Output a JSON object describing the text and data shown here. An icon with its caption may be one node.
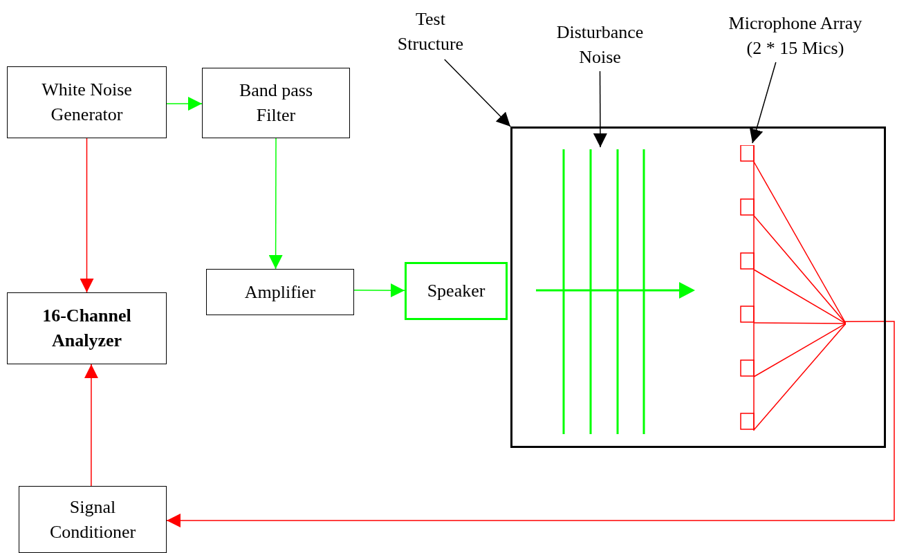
{
  "diagram": {
    "nodes": [
      {
        "text": [
          "White Noise Generator"
        ]
      },
      {
        "text": [
          "Band pass Filter"
        ]
      },
      {
        "text": [
          "16-Channel Analyzer"
        ]
      },
      {
        "text": [
          "Amplifier"
        ]
      },
      {
        "text": [
          "Speaker"
        ]
      },
      {
        "text": [],
        "shape": "box"
      },
      {
        "text": [
          "Signal Conditioner"
        ]
      },
      {
        "text": [
          "Test Structure"
        ]
      },
      {
        "text": [
          "Disturbance Noise"
        ]
      },
      {
        "text": [
          "Microphone Array (2 * 15 Mics)"
        ]
      },
      {
        "text": [],
        "shape": "picture",
        "in": 5
      },
      {
        "text": [],
        "shape": "picture",
        "in": 5
      }
    ],
    "edges": [
      {
        "from": 0,
        "to": 1,
        "arrow": "to",
        "color": "#00ff00"
      },
      {
        "from": 1,
        "to": 3,
        "arrow": "to",
        "color": "#00ff00"
      },
      {
        "from": 3,
        "to": 4,
        "arrow": "to",
        "color": "#00ff00"
      },
      {
        "from": 0,
        "to": 2,
        "arrow": "to",
        "color": "#ff0000"
      },
      {
        "from": 6,
        "to": 2,
        "arrow": "to",
        "color": "#ff0000"
      },
      {
        "from": 11,
        "to": 6,
        "arrow": "to",
        "color": "#ff0000"
      },
      {
        "from": 7,
        "to": 5,
        "arrow": "to",
        "color": "#000000"
      },
      {
        "from": 8,
        "to": 10,
        "arrow": "to",
        "color": "#000000"
      },
      {
        "from": 9,
        "to": 11,
        "arrow": "to",
        "color": "#000000"
      }
    ]
  }
}
